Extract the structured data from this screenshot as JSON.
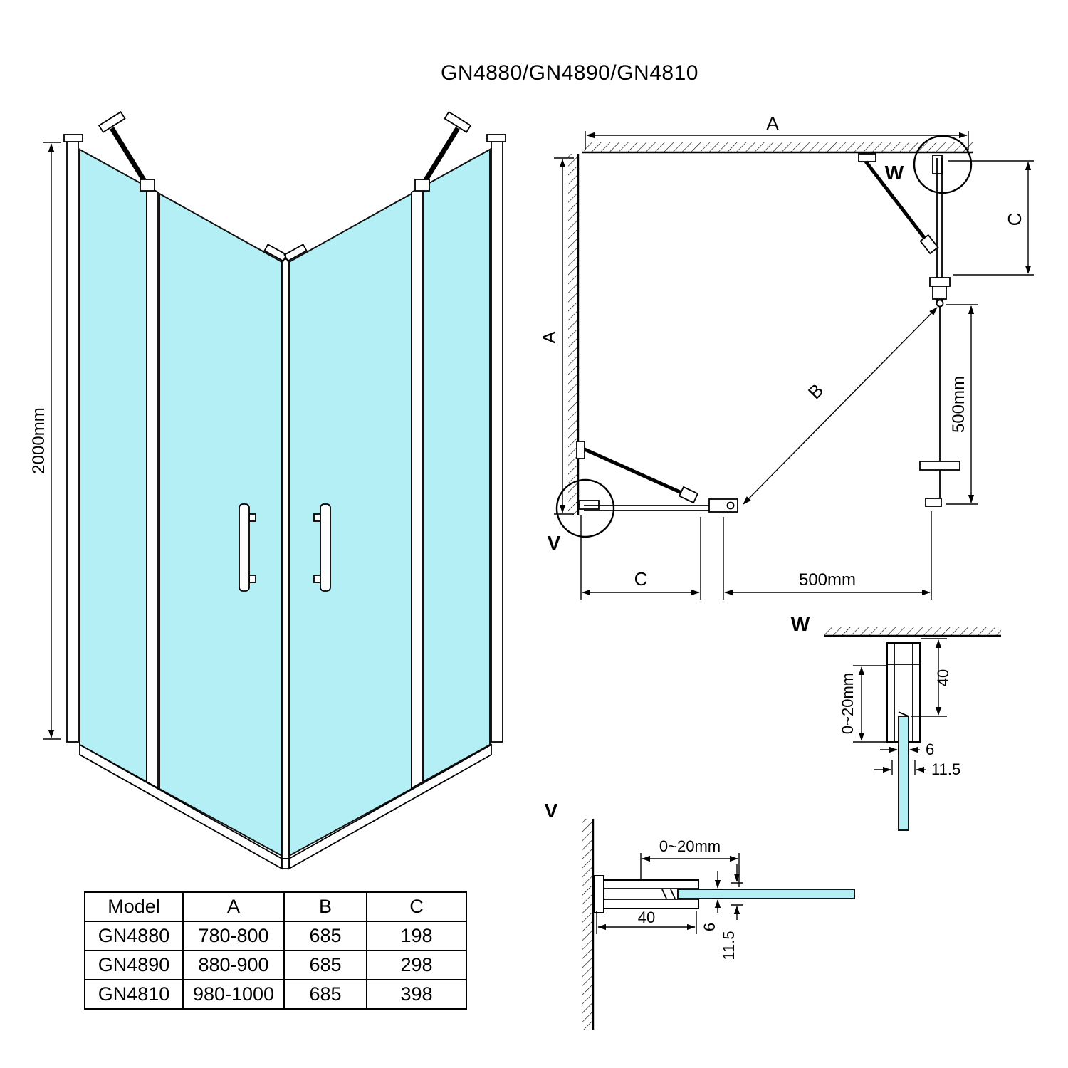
{
  "title": "GN4880/GN4890/GN4810",
  "colors": {
    "glass": "#b5eff6",
    "line": "#000000"
  },
  "iso": {
    "height": "2000mm"
  },
  "plan": {
    "dim_a_top": "A",
    "dim_a_left": "A",
    "dim_c_right": "C",
    "dim_b": "B",
    "dim_500_right": "500mm",
    "dim_500_bottom": "500mm",
    "dim_c_bottom": "C",
    "detail_w": "W",
    "detail_v": "V"
  },
  "detail_w": {
    "label": "W",
    "dim_profile": "40",
    "dim_adjust": "0~20mm",
    "dim_glass": "6",
    "dim_total": "11.5"
  },
  "detail_v": {
    "label": "V",
    "dim_adjust": "0~20mm",
    "dim_profile": "40",
    "dim_glass": "6",
    "dim_total": "11.5"
  },
  "table": {
    "headers": [
      "Model",
      "A",
      "B",
      "C"
    ],
    "rows": [
      [
        "GN4880",
        "780-800",
        "685",
        "198"
      ],
      [
        "GN4890",
        "880-900",
        "685",
        "298"
      ],
      [
        "GN4810",
        "980-1000",
        "685",
        "398"
      ]
    ]
  }
}
